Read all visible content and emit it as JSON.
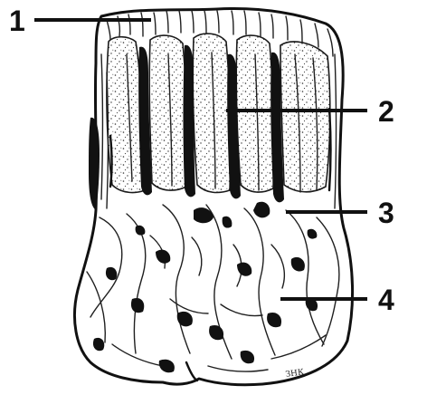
{
  "labels": [
    {
      "id": "1",
      "text": "1"
    },
    {
      "id": "2",
      "text": "2"
    },
    {
      "id": "3",
      "text": "3"
    },
    {
      "id": "4",
      "text": "4"
    }
  ],
  "colors": {
    "ink": "#111111",
    "paper": "#ffffff"
  }
}
